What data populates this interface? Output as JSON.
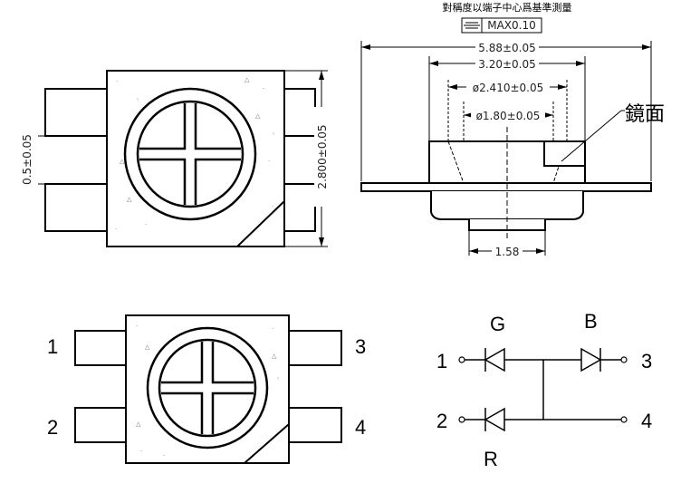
{
  "header": {
    "symmetry_note": "對稱度以端子中心爲基準測量",
    "symmetry_symbol": "⌯",
    "symmetry_tolerance": "MAX0.10"
  },
  "top_view": {
    "pitch_dim": "0.5±0.05",
    "height_dim": "2.800±0.05"
  },
  "side_view": {
    "overall_width": "5.88±0.05",
    "body_width": "3.20±0.05",
    "cup_outer": "ø2.410±0.05",
    "cup_inner": "ø1.80±0.05",
    "bottom_width": "1.58",
    "mirror_label": "鏡面"
  },
  "pinout": {
    "pins": [
      "1",
      "2",
      "3",
      "4"
    ]
  },
  "schematic": {
    "green_label": "G",
    "blue_label": "B",
    "red_label": "R",
    "pin1": "1",
    "pin2": "2",
    "pin3": "3",
    "pin4": "4"
  }
}
